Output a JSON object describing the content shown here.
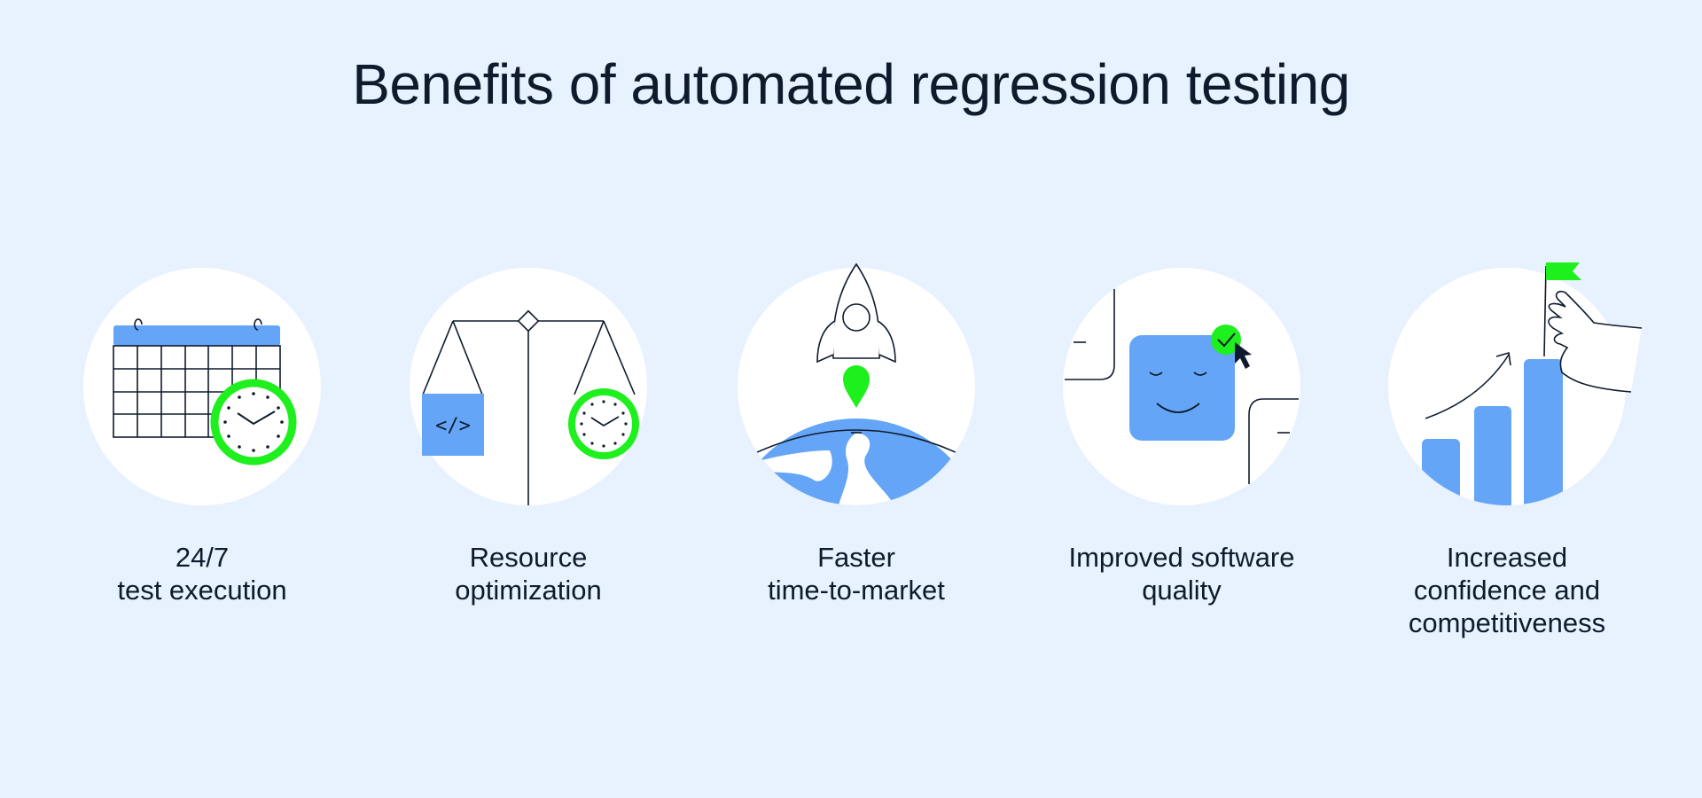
{
  "title": "Benefits of automated regression testing",
  "colors": {
    "background": "#e8f1fe",
    "circle": "#ffffff",
    "accent_blue": "#64a5f7",
    "accent_green": "#1df01d",
    "ink": "#0f1b2d"
  },
  "benefits": [
    {
      "icon": "calendar-clock-icon",
      "lines": [
        "24/7",
        "test execution"
      ]
    },
    {
      "icon": "balance-scale-icon",
      "lines": [
        "Resource",
        "optimization"
      ]
    },
    {
      "icon": "rocket-launch-icon",
      "lines": [
        "Faster",
        "time-to-market"
      ]
    },
    {
      "icon": "smiley-check-icon",
      "lines": [
        "Improved software",
        "quality"
      ]
    },
    {
      "icon": "growth-flag-icon",
      "lines": [
        "Increased",
        "confidence and",
        "competitiveness"
      ]
    }
  ]
}
